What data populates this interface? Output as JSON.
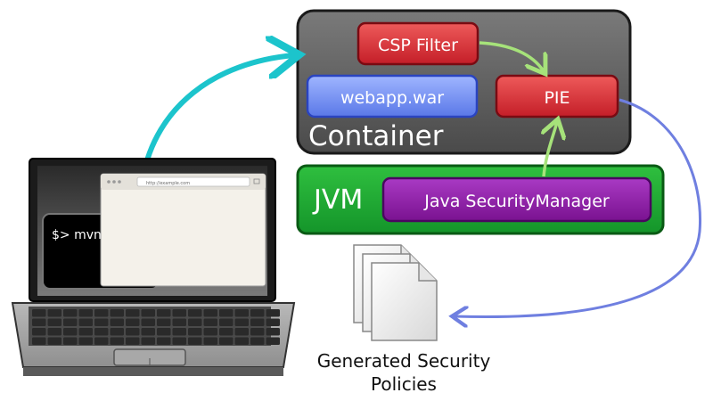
{
  "diagram": {
    "container": {
      "label": "Container",
      "fill": "#5a5a5a"
    },
    "csp_filter": {
      "label": "CSP Filter",
      "fill": "#d9363e"
    },
    "webapp": {
      "label": "webapp.war",
      "fill": "#6f8ef0"
    },
    "pie": {
      "label": "PIE",
      "fill": "#d9363e"
    },
    "jvm": {
      "label": "JVM",
      "fill": "#1aa52e"
    },
    "security_manager": {
      "label": "Java SecurityManager",
      "fill": "#8e1aa8"
    },
    "policies": {
      "label_line1": "Generated Security",
      "label_line2": "Policies"
    },
    "laptop": {
      "terminal_text": "$> mvn",
      "browser_url": "http://example.com"
    },
    "colors": {
      "cyan_arrow": "#1cc4cc",
      "green_arrow": "#a6e27a",
      "blue_arrow": "#6f7fe0"
    }
  }
}
